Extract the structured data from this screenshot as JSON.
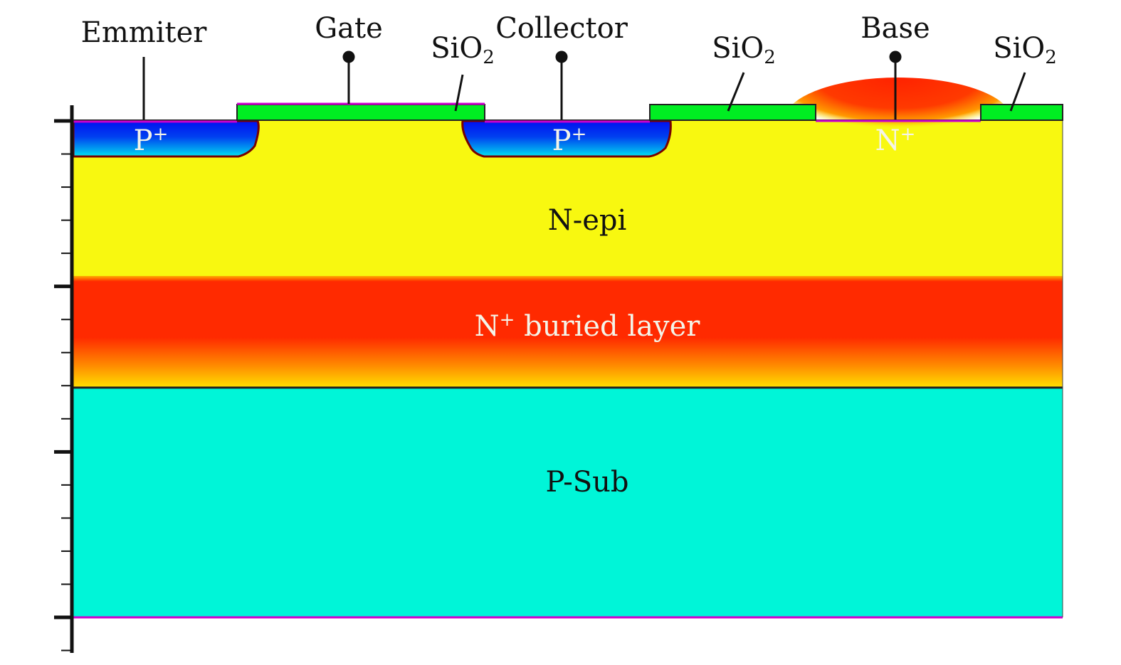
{
  "terminals": {
    "emitter": "Emmiter",
    "gate": "Gate",
    "collector": "Collector",
    "base": "Base"
  },
  "oxide": {
    "base": "SiO",
    "sub": "2"
  },
  "regions": {
    "p_plus_left": {
      "base": "P",
      "sup": "+"
    },
    "p_plus_mid": {
      "base": "P",
      "sup": "+"
    },
    "n_plus": {
      "base": "N",
      "sup": "+"
    },
    "n_epi": "N-epi",
    "buried": {
      "base": "N",
      "sup": "+",
      "rest": " buried layer"
    },
    "p_sub": "P-Sub"
  },
  "colors": {
    "n_epi": "#f8f810",
    "buried": "#ff2a00",
    "p_sub": "#00f5d8",
    "oxide": "#00ee22",
    "p_plus": "#0020f0",
    "metal": "#cc00cc"
  }
}
